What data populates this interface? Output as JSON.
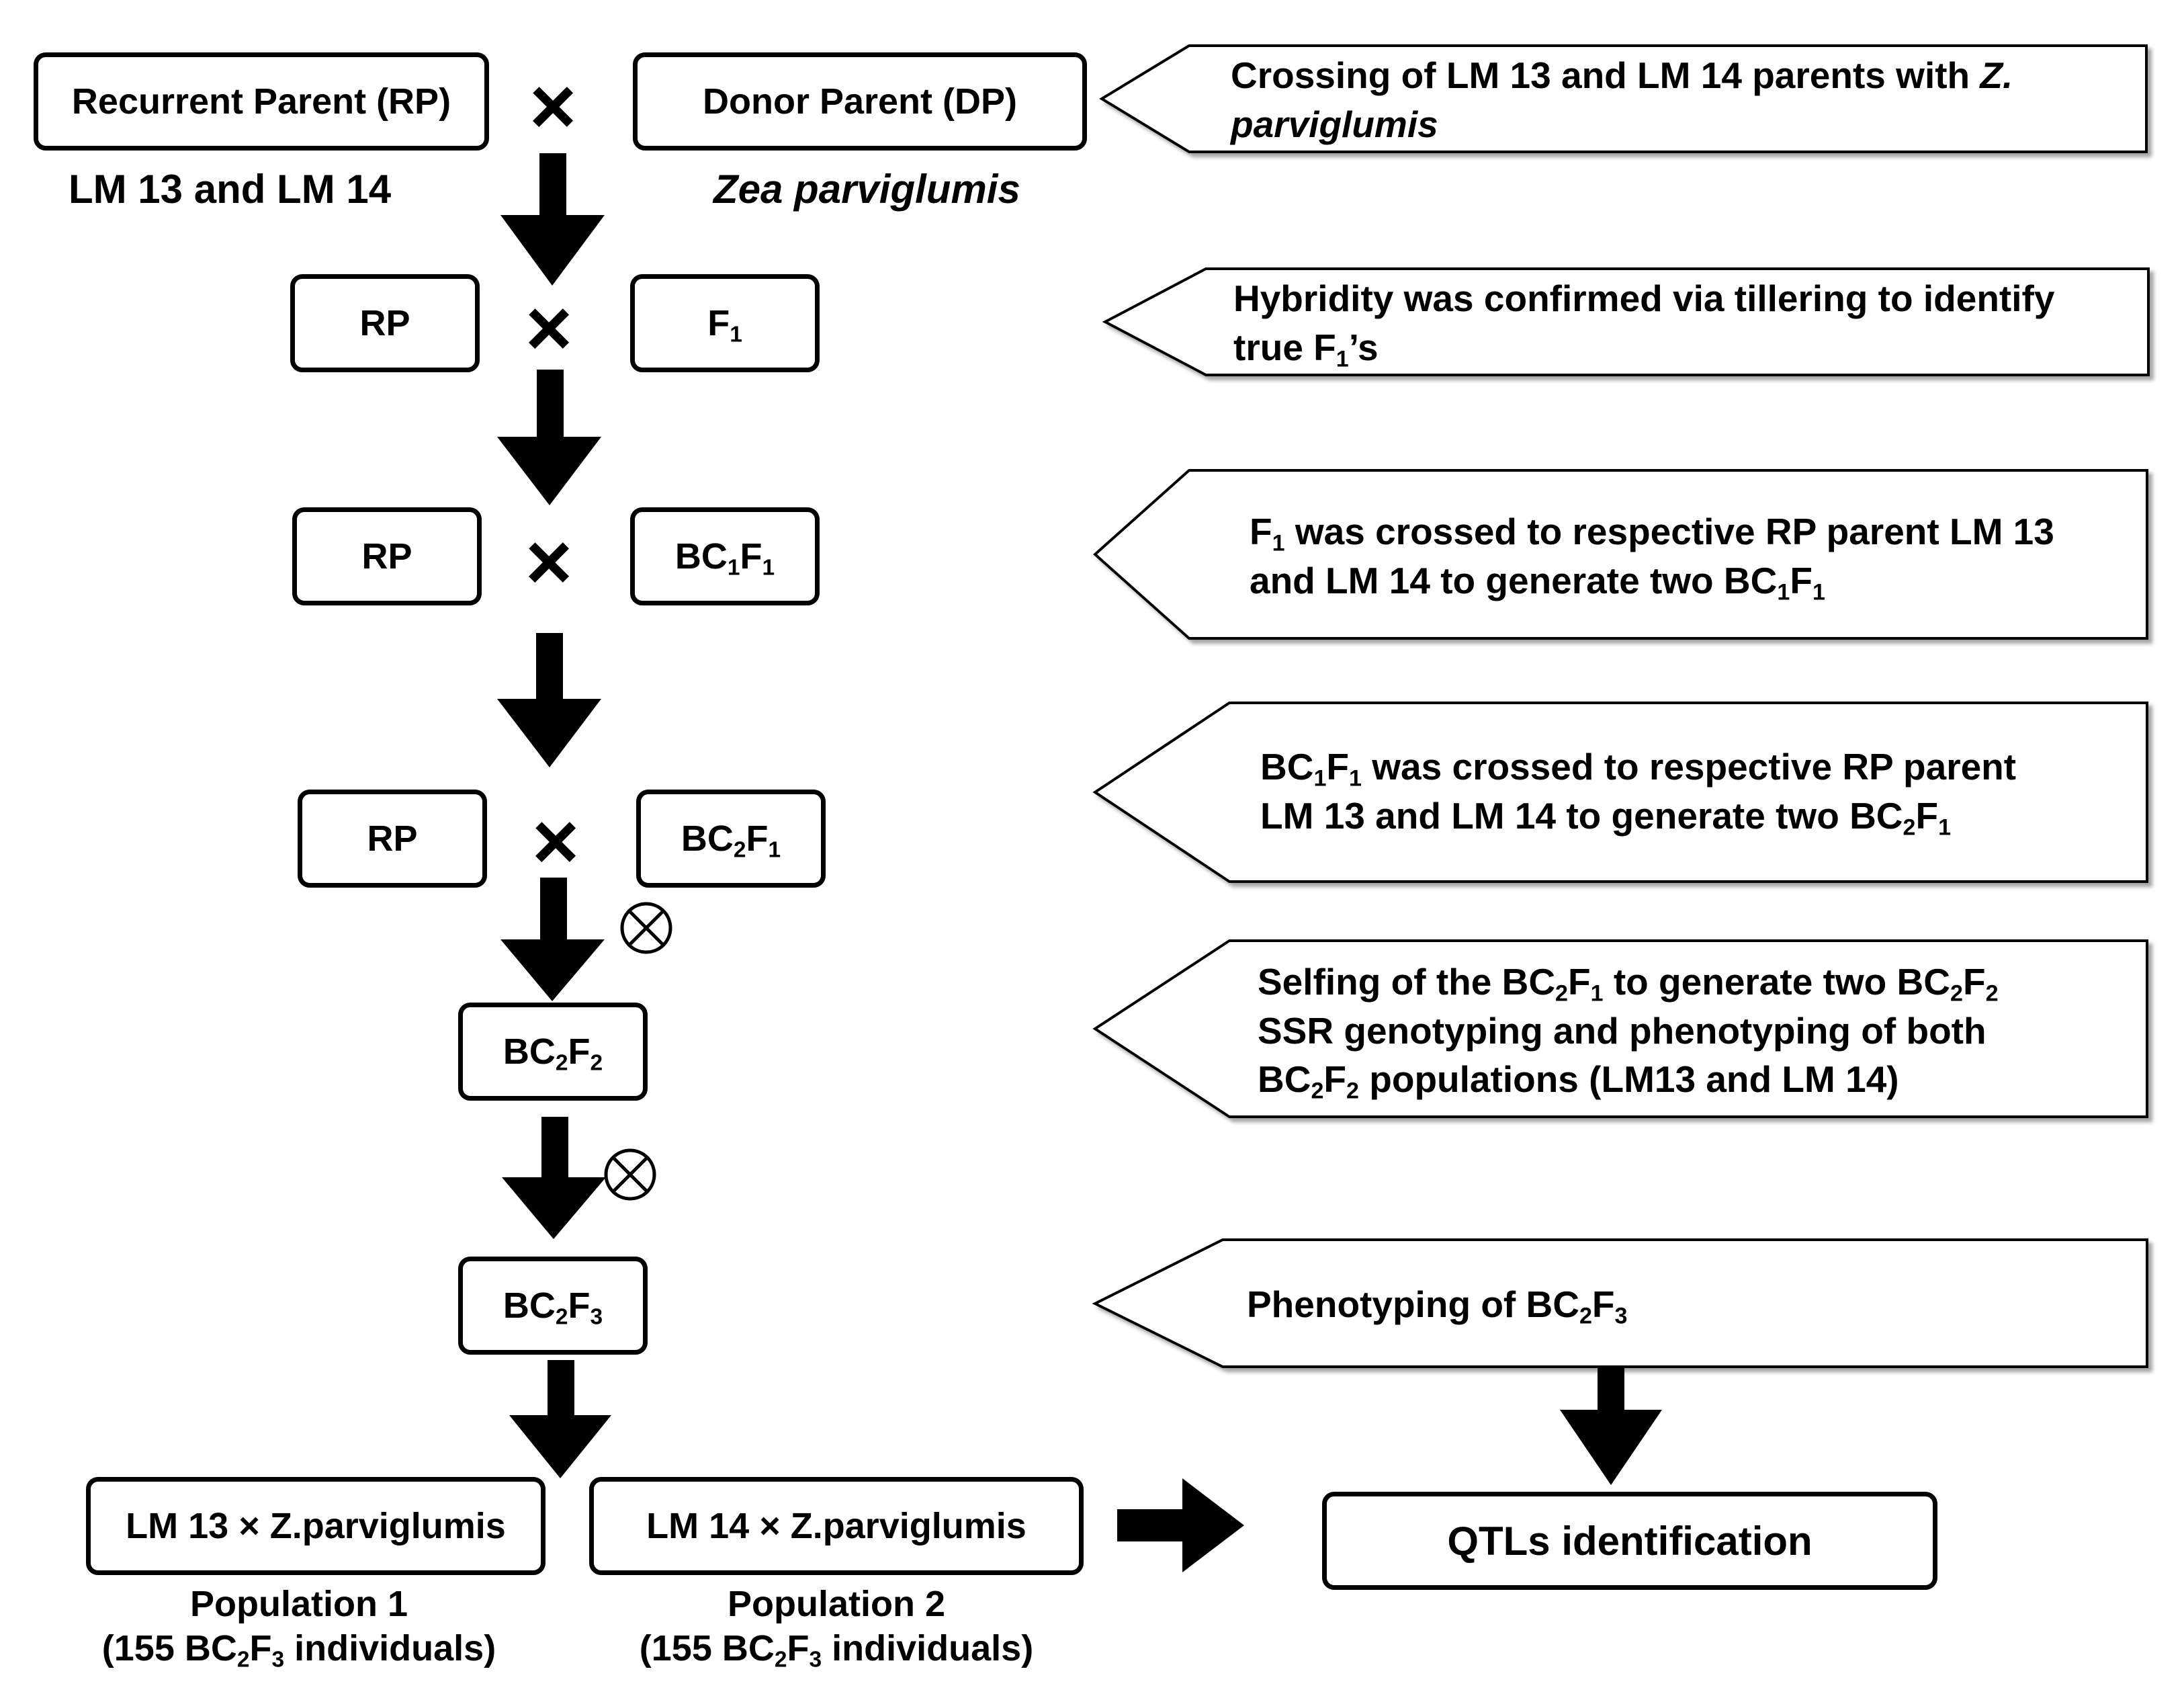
{
  "parents": {
    "recurrent": "Recurrent Parent (RP)",
    "donor": "Donor Parent (DP)",
    "recurrent_lines": "LM 13 and LM 14",
    "donor_species": "Zea parviglumis"
  },
  "cross_symbol": "×",
  "steps": {
    "rp": "RP",
    "f1_base": "F",
    "f1_sub": "1",
    "bc1f1": {
      "a": "BC",
      "a_sub": "1",
      "b": "F",
      "b_sub": "1"
    },
    "bc2f1": {
      "a": "BC",
      "a_sub": "2",
      "b": "F",
      "b_sub": "1"
    },
    "bc2f2": {
      "a": "BC",
      "a_sub": "2",
      "b": "F",
      "b_sub": "2"
    },
    "bc2f3": {
      "a": "BC",
      "a_sub": "2",
      "b": "F",
      "b_sub": "3"
    }
  },
  "populations": {
    "pop1_box": "LM 13 × Z.parviglumis",
    "pop2_box": "LM 14 × Z.parviglumis",
    "pop1_title": "Population 1",
    "pop2_title": "Population 2",
    "individuals_prefix": "(155 ",
    "individuals_suffix": " individuals)"
  },
  "qtl_box": "QTLs identification",
  "banners": {
    "b1_line1_a": "Crossing of LM 13 and LM 14 parents with ",
    "b1_line1_b": "Z.",
    "b1_line2": "parviglumis",
    "b2_line1": "Hybridity was confirmed via tillering to identify",
    "b2_line2_a": "true F",
    "b2_line2_sub": "1",
    "b2_line2_b": "’s",
    "b3_line1_a": "F",
    "b3_line1_sub": "1",
    "b3_line1_b": " was crossed to respective RP parent LM 13",
    "b3_line2_a": "and LM 14 to generate two BC",
    "b3_line2_sub1": "1",
    "b3_line2_b": "F",
    "b3_line2_sub2": "1",
    "b4_line1_a": "BC",
    "b4_line1_sub1": "1",
    "b4_line1_b": "F",
    "b4_line1_sub2": "1",
    "b4_line1_c": " was crossed to respective RP parent",
    "b4_line2_a": "LM 13 and LM 14 to generate two BC",
    "b4_line2_sub1": "2",
    "b4_line2_b": "F",
    "b4_line2_sub2": "1",
    "b5_line1_a": "Selfing of the BC",
    "b5_line1_s1": "2",
    "b5_line1_b": "F",
    "b5_line1_s2": "1",
    "b5_line1_c": " to generate two BC",
    "b5_line1_s3": "2",
    "b5_line1_d": "F",
    "b5_line1_s4": "2",
    "b5_line2": "SSR genotyping and phenotyping of both",
    "b5_line3_a": "BC",
    "b5_line3_s1": "2",
    "b5_line3_b": "F",
    "b5_line3_s2": "2",
    "b5_line3_c": " populations (LM13 and LM 14)",
    "b6_a": "Phenotyping of BC",
    "b6_s1": "2",
    "b6_b": "F",
    "b6_s2": "3"
  }
}
